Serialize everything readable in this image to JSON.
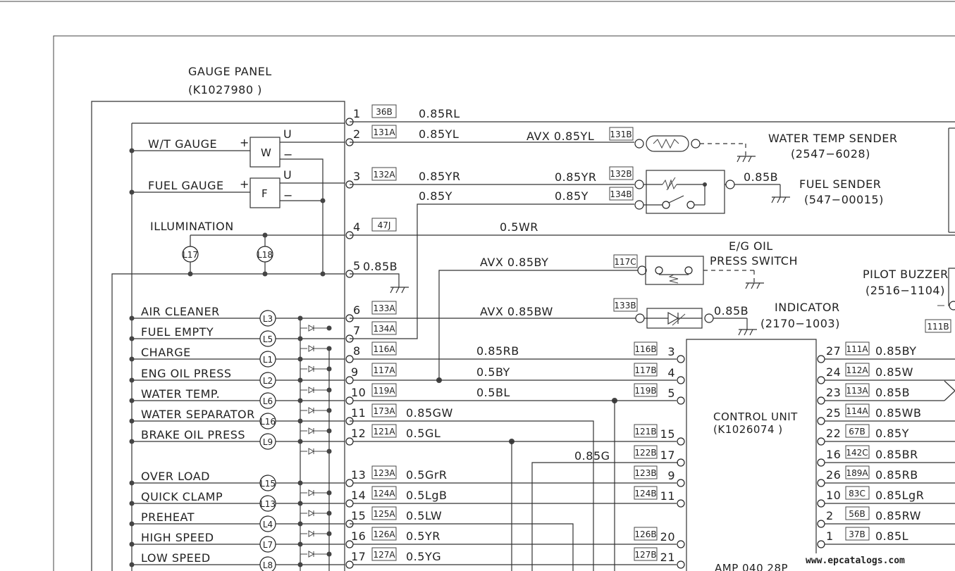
{
  "gauge_panel": {
    "title": "GAUGE PANEL",
    "part_no": "(K1027980 )",
    "wt_gauge": "W/T GAUGE",
    "fuel_gauge": "FUEL GAUGE",
    "plus": "+",
    "minus": "−",
    "u": "U",
    "w": "W",
    "f": "F",
    "illumination": "ILLUMINATION",
    "warnings": [
      {
        "label": "AIR CLEANER",
        "lamp": "L3"
      },
      {
        "label": "FUEL EMPTY",
        "lamp": "L5"
      },
      {
        "label": "CHARGE",
        "lamp": "L1"
      },
      {
        "label": "ENG OIL PRESS",
        "lamp": "L2"
      },
      {
        "label": "WATER TEMP.",
        "lamp": "L6"
      },
      {
        "label": "WATER SEPARATOR",
        "lamp": "L16"
      },
      {
        "label": "BRAKE OIL PRESS",
        "lamp": "L9"
      },
      {
        "label": "OVER LOAD",
        "lamp": "L15"
      },
      {
        "label": "QUICK CLAMP",
        "lamp": "L13"
      },
      {
        "label": "PREHEAT",
        "lamp": "L4"
      },
      {
        "label": "HIGH SPEED",
        "lamp": "L7"
      },
      {
        "label": "LOW SPEED",
        "lamp": "L8"
      }
    ],
    "illum_lamps": [
      "L17",
      "L18"
    ]
  },
  "pins": [
    {
      "pin": "1",
      "tag": "36B",
      "wire": "0.85RL"
    },
    {
      "pin": "2",
      "tag": "131A",
      "wire": "0.85YL"
    },
    {
      "pin": "3",
      "tag": "132A",
      "wire": "0.85YR"
    },
    {
      "pin": "",
      "tag": "",
      "wire": "0.85Y"
    },
    {
      "pin": "4",
      "tag": "47J",
      "wire": "0.5WR"
    },
    {
      "pin": "5",
      "tag": "",
      "wire": "0.85B"
    },
    {
      "pin": "6",
      "tag": "133A",
      "wire": "AVX 0.85BW"
    },
    {
      "pin": "7",
      "tag": "134A",
      "wire": ""
    },
    {
      "pin": "8",
      "tag": "116A",
      "wire": "0.85RB"
    },
    {
      "pin": "9",
      "tag": "117A",
      "wire": "0.5BY"
    },
    {
      "pin": "10",
      "tag": "119A",
      "wire": "0.5BL"
    },
    {
      "pin": "11",
      "tag": "173A",
      "wire": "0.85GW"
    },
    {
      "pin": "12",
      "tag": "121A",
      "wire": "0.5GL"
    },
    {
      "pin": "13",
      "tag": "123A",
      "wire": "0.5GrR"
    },
    {
      "pin": "14",
      "tag": "124A",
      "wire": "0.5LgB"
    },
    {
      "pin": "15",
      "tag": "125A",
      "wire": "0.5LW"
    },
    {
      "pin": "16",
      "tag": "126A",
      "wire": "0.5YR"
    },
    {
      "pin": "17",
      "tag": "127A",
      "wire": "0.5YG"
    }
  ],
  "sensors": {
    "avx_085yl": "AVX 0.85YL",
    "tag_131b": "131B",
    "water_temp_sender": "WATER TEMP SENDER",
    "water_temp_no": "(2547−6028)",
    "wire_085yr": "0.85YR",
    "tag_132b": "132B",
    "wire_085y": "0.85Y",
    "tag_134b": "134B",
    "wire_085b_fuel": "0.85B",
    "fuel_sender": "FUEL SENDER",
    "fuel_sender_no": "(547−00015)",
    "eg_oil": "E/G OIL",
    "press_switch": "PRESS SWITCH",
    "avx_085by": "AVX 0.85BY",
    "tag_117c": "117C",
    "tag_133b": "133B",
    "wire_085b_ind": "0.85B",
    "indicator": "INDICATOR",
    "indicator_no": "(2170−1003)",
    "pilot_buzzer": "PILOT BUZZER",
    "pilot_buzzer_no": "(2516−1104)",
    "tag_111b": "111B"
  },
  "control_unit": {
    "title": "CONTROL UNIT",
    "part_no": "(K1026074 )",
    "connector": "AMP 040 28P",
    "wire_085g": "0.85G",
    "left_pins": [
      {
        "tag": "116B",
        "pin": "3"
      },
      {
        "tag": "117B",
        "pin": "4"
      },
      {
        "tag": "119B",
        "pin": "5"
      },
      {
        "tag": "121B",
        "pin": "15"
      },
      {
        "tag": "122B",
        "pin": "17"
      },
      {
        "tag": "123B",
        "pin": "9"
      },
      {
        "tag": "124B",
        "pin": "11"
      },
      {
        "tag": "126B",
        "pin": "20"
      },
      {
        "tag": "127B",
        "pin": "21"
      }
    ],
    "right_pins": [
      {
        "pin": "27",
        "tag": "111A",
        "wire": "0.85BY"
      },
      {
        "pin": "24",
        "tag": "112A",
        "wire": "0.85W"
      },
      {
        "pin": "23",
        "tag": "113A",
        "wire": "0.85B"
      },
      {
        "pin": "25",
        "tag": "114A",
        "wire": "0.85WB"
      },
      {
        "pin": "22",
        "tag": "67B",
        "wire": "0.85Y"
      },
      {
        "pin": "16",
        "tag": "142C",
        "wire": "0.85BR"
      },
      {
        "pin": "26",
        "tag": "189A",
        "wire": "0.85RB"
      },
      {
        "pin": "10",
        "tag": "83C",
        "wire": "0.85LgR"
      },
      {
        "pin": "2",
        "tag": "56B",
        "wire": "0.85RW"
      },
      {
        "pin": "1",
        "tag": "37B",
        "wire": "0.85L"
      }
    ]
  },
  "watermark": "www.epcatalogs.com"
}
